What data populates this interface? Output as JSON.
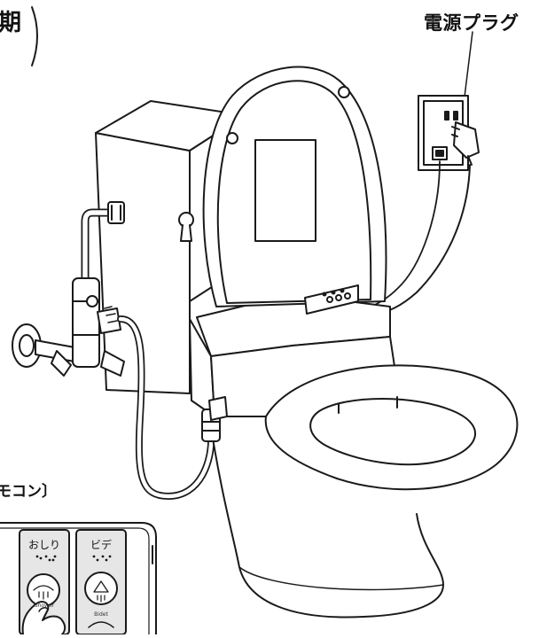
{
  "labels": {
    "top_left": "期",
    "power_plug": "電源プラグ",
    "remote": "モコン〕"
  },
  "remote": {
    "buttons": [
      {
        "label_jp": "おしり",
        "label_en": "Shower"
      },
      {
        "label_jp": "ビデ",
        "label_en": "Bidet"
      }
    ]
  },
  "colors": {
    "line": "#1a1a1a",
    "fill": "#ffffff",
    "panel_fill": "#e6e6e6",
    "shade": "#cfcfcf"
  }
}
